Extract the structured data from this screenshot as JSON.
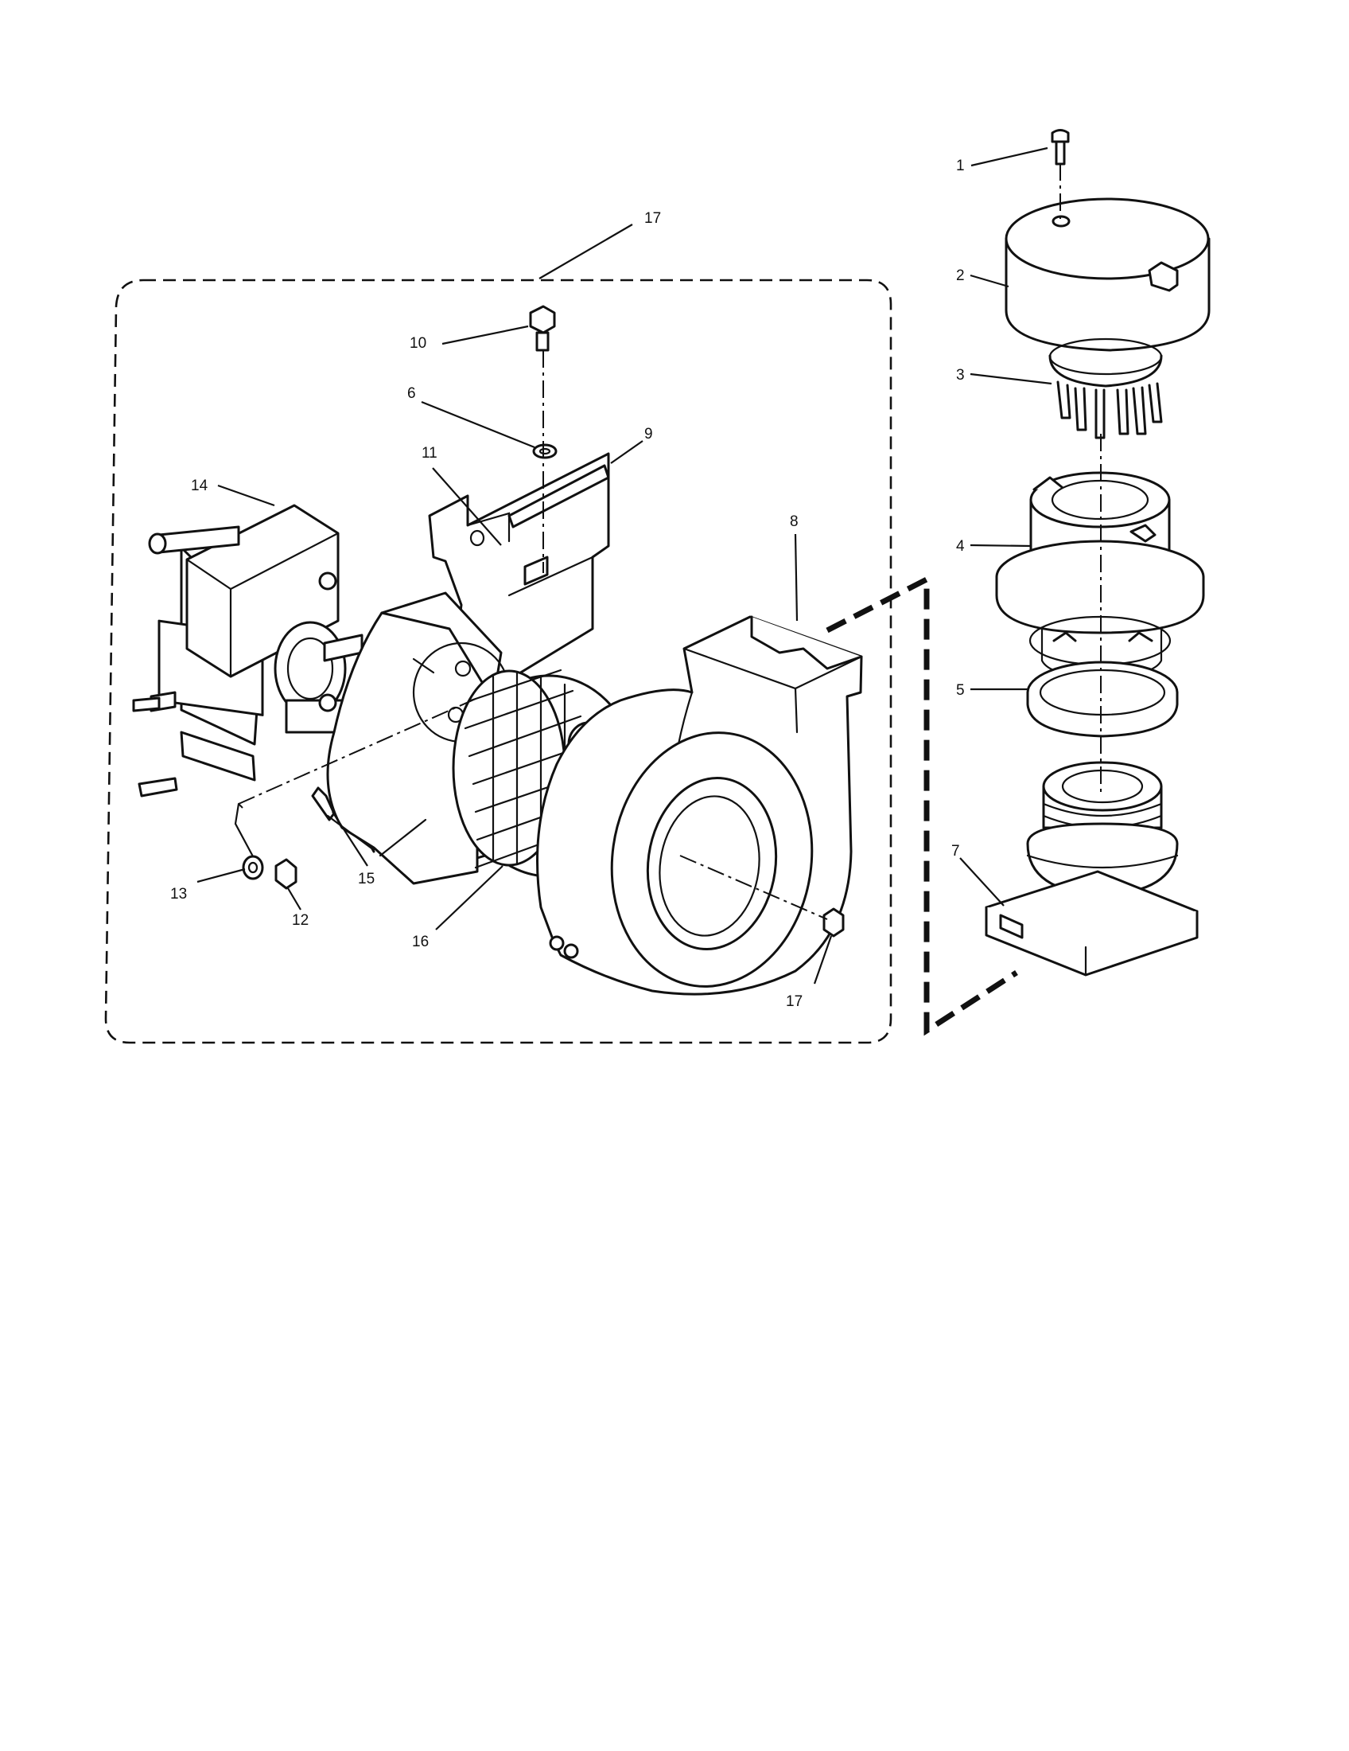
{
  "callouts": {
    "c1": "1",
    "c2": "2",
    "c3": "3",
    "c4": "4",
    "c5": "5",
    "c6": "6",
    "c7": "7",
    "c8": "8",
    "c9": "9",
    "c10": "10",
    "c11": "11",
    "c12": "12",
    "c13": "13",
    "c14": "14",
    "c15": "15",
    "c16": "16",
    "c17_group": "17",
    "c17_nut": "17"
  }
}
